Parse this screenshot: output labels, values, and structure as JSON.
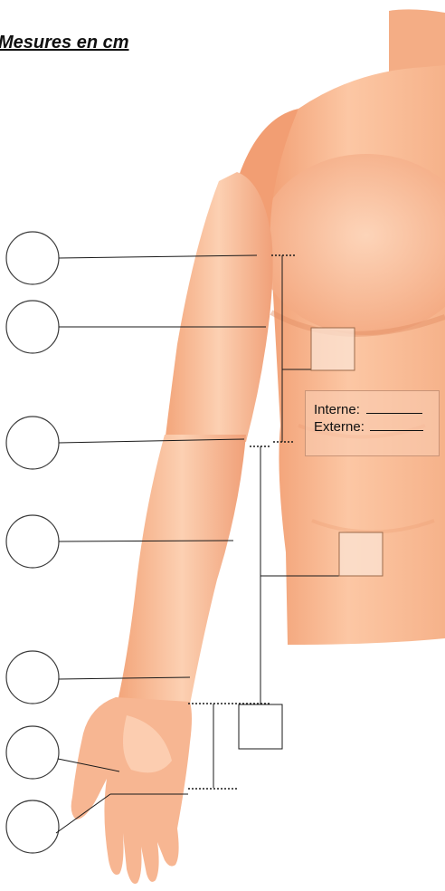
{
  "title": "Mesures en cm",
  "labels": {
    "internal": "Interne:",
    "external": "Externe:"
  },
  "colors": {
    "skin_light": "#fbcfae",
    "skin_mid": "#f5a77b",
    "skin_dark": "#e58a5c",
    "line": "#1a1a1a"
  }
}
